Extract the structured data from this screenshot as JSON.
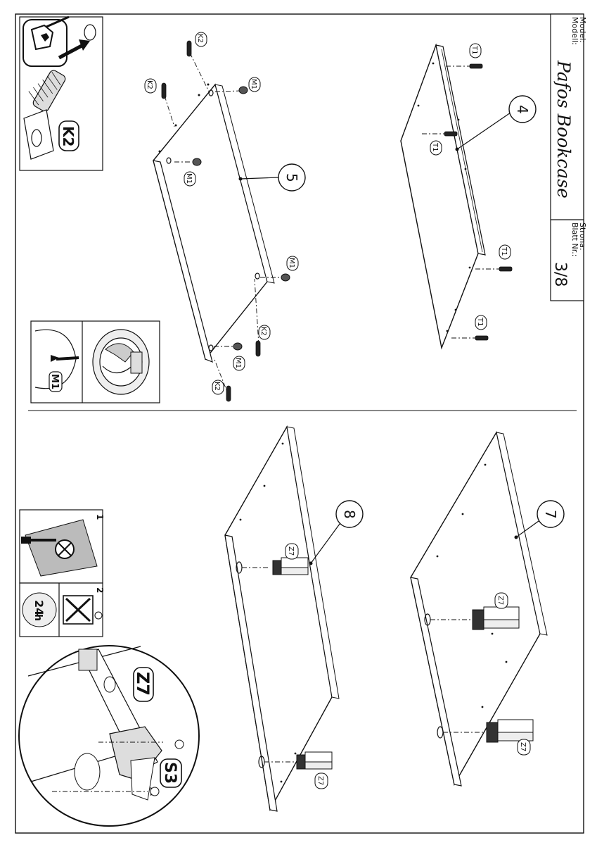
{
  "title_block": {
    "model_label": "Model:",
    "modell_label": "Modell:",
    "product_name": "Pafos Bookcase",
    "strona_label": "Strona:",
    "blatt_label": "Blatt Nr.:",
    "page_number": "3/8"
  },
  "parts": {
    "p4": "4",
    "p5": "5",
    "p7": "7",
    "p8": "8"
  },
  "fittings": {
    "k2": "K2",
    "m1": "M1",
    "t1": "T1",
    "z7": "Z7",
    "s3": "S3"
  },
  "hints": {
    "step_1": "1",
    "step_2": "2",
    "clock_24": "24",
    "clock_h": "h"
  }
}
